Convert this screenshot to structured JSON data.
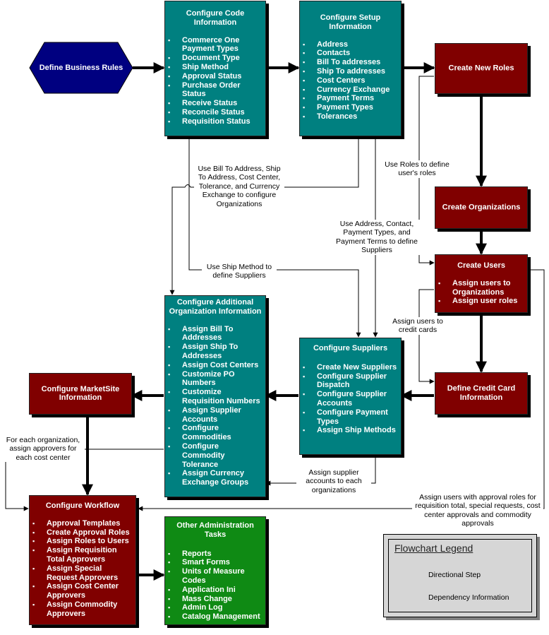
{
  "define_business_rules": "Define Business Rules",
  "configure_code": {
    "title": "Configure Code Information",
    "items": [
      "Commerce One Payment Types",
      "Document Type",
      "Ship Method",
      "Approval Status",
      "Purchase Order Status",
      "Receive Status",
      "Reconcile Status",
      "Requisition Status"
    ]
  },
  "configure_setup": {
    "title": "Configure Setup Information",
    "items": [
      "Address",
      "Contacts",
      "Bill To addresses",
      "Ship To addresses",
      "Cost Centers",
      "Currency Exchange",
      "Payment Terms",
      "Payment Types",
      "Tolerances"
    ]
  },
  "create_new_roles": "Create New Roles",
  "create_organizations": "Create Organizations",
  "create_users": {
    "title": "Create Users",
    "items": [
      "Assign users to Organizations",
      "Assign user roles"
    ]
  },
  "define_credit_card": "Define Credit Card Information",
  "configure_additional_org": {
    "title": "Configure Additional Organization Information",
    "items": [
      "Assign Bill To Addresses",
      "Assign Ship To Addresses",
      "Assign Cost Centers",
      "Customize PO Numbers",
      "Customize Requisition Numbers",
      "Assign Supplier Accounts",
      "Configure Commodities",
      "Configure Commodity Tolerance",
      "Assign Currency Exchange Groups"
    ]
  },
  "configure_suppliers": {
    "title": "Configure Suppliers",
    "items": [
      "Create New Suppliers",
      "Configure Supplier Dispatch",
      "Configure Supplier Accounts",
      "Configure Payment Types",
      "Assign Ship Methods"
    ]
  },
  "configure_marketsite": "Configure MarketSite Information",
  "configure_workflow": {
    "title": "Configure Workflow",
    "items": [
      "Approval Templates",
      "Create Approval Roles",
      "Assign Roles to Users",
      "Assign Requisition Total Approvers",
      "Assign Special Request Approvers",
      "Assign Cost Center Approvers",
      "Assign Commodity Approvers"
    ]
  },
  "other_admin": {
    "title": "Other Administration Tasks",
    "items": [
      "Reports",
      "Smart Forms",
      "Units of Measure Codes",
      "Application Ini",
      "Mass Change",
      "Admin Log",
      "Catalog Management"
    ]
  },
  "notes": {
    "bill_to": "Use Bill To Address, Ship To Address, Cost Center, Tolerance, and Currency Exchange to configure Organizations",
    "roles": "Use Roles to define user's roles",
    "address_contact": "Use Address, Contact, Payment Types, and Payment Terms to define Suppliers",
    "ship_method": "Use Ship Method to define Suppliers",
    "credit_cards": "Assign users to credit cards",
    "approvers": "For each organization, assign approvers for each cost center",
    "supplier_accounts": "Assign supplier accounts to each organizations",
    "approval_users": "Assign users with approval roles for requisition total, special requests, cost center approvals and commodity approvals"
  },
  "legend": {
    "title": "Flowchart Legend",
    "directional": "Directional Step",
    "dependency": "Dependency Information"
  },
  "colors": {
    "teal": "#008080",
    "dark_red": "#800000",
    "green": "#0f8a14",
    "navy": "#000080"
  }
}
